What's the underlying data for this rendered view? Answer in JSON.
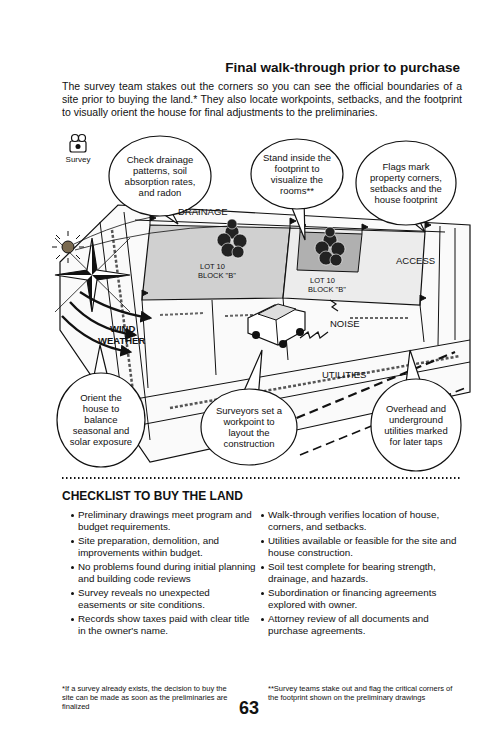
{
  "diagram": {
    "title": "Final walk-through prior to purchase",
    "nodes": [
      {
        "text": [
          "Check drainage patterns, soil absorption rates, and radon"
        ]
      },
      {
        "text": [
          "Stand inside the footprint to visualize the rooms**"
        ]
      },
      {
        "text": [
          "Flags mark property corners, setbacks and the house footprint"
        ]
      },
      {
        "text": [
          "Orient the house to balance seasonal and solar exposure"
        ]
      },
      {
        "text": [
          "Surveyors set a workpoint to layout the construction"
        ]
      },
      {
        "text": [
          "Overhead and underground utilities marked for later taps"
        ]
      }
    ],
    "labels": [
      "Survey",
      "The survey team stakes out the corners so you can see the official boundaries of a site prior to buying the land.* They also locate workpoints, setbacks, and the footprint to visually orient the house for final adjustments to the preliminaries.",
      "DRAINAGE",
      "ACCESS",
      "NOISE",
      "WIND",
      "WEATHER",
      "UTILITIES",
      "LOT 10",
      "BLOCK \"B\"",
      "LOT 10",
      "BLOCK \"B\"",
      "CHECKLIST TO BUY THE LAND",
      "Preliminary drawings meet program and budget requirements.",
      "Site preparation, demolition, and improvements within budget.",
      "No problems found during initial planning and building code reviews",
      "Survey reveals no unexpected easements or site conditions.",
      "Records show taxes paid with clear title in the owner's name.",
      "Walk-through verifies location of house, corners, and setbacks.",
      "Utilities available or feasible for the site and house construction.",
      "Soil test complete for bearing strength, drainage, and hazards.",
      "Subordination or financing agreements explored with owner.",
      "Attorney review of all documents and purchase agreements.",
      "*If a survey already exists, the decision to buy the site can be made as soon as the preliminaries are finalized",
      "**Survey teams stake out and flag the critical corners of the footprint shown on the preliminary drawings",
      "63"
    ]
  }
}
